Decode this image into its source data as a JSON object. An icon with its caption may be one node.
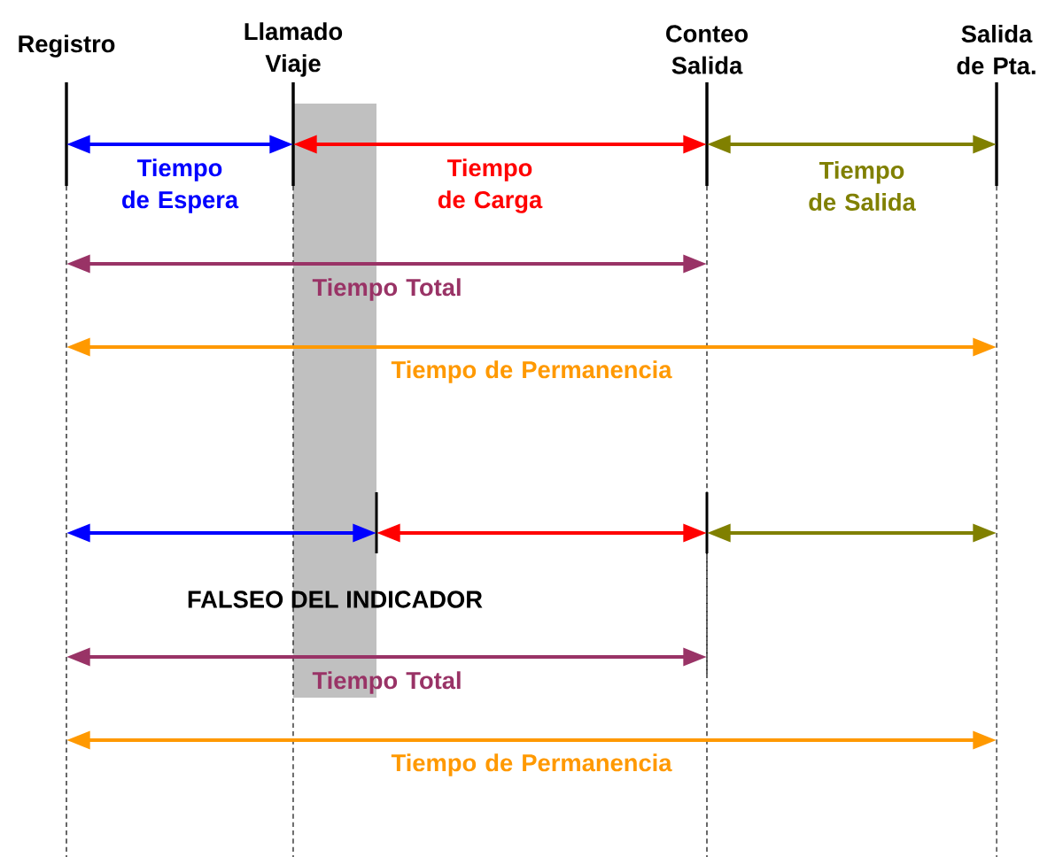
{
  "diagram": {
    "nodes": [
      {
        "text": [
          "Registro"
        ]
      },
      {
        "text": [
          "Llamado Viaje"
        ]
      },
      {
        "text": [
          "Conteo Salida"
        ]
      },
      {
        "text": [
          "Salida de Pta."
        ]
      },
      {
        "text": [],
        "shape": "bar"
      },
      {
        "text": [],
        "shape": "bar"
      }
    ],
    "edges": [
      {
        "from": 0,
        "to": 1,
        "arrow": "both",
        "label": "Tiempo de Espera",
        "color": "#0000ff"
      },
      {
        "from": 1,
        "to": 2,
        "arrow": "both",
        "label": "Tiempo de Carga",
        "color": "#ff0000"
      },
      {
        "from": 2,
        "to": 3,
        "arrow": "both",
        "label": "Tiempo de Salida",
        "color": "#808000"
      },
      {
        "from": 0,
        "to": 2,
        "arrow": "both",
        "label": "Tiempo Total",
        "color": "#993366"
      },
      {
        "from": 0,
        "to": 3,
        "arrow": "both",
        "label": "Tiempo de Permanencia",
        "color": "#ff9900"
      },
      {
        "from": 0,
        "to": 4,
        "arrow": "both",
        "color": "#0000ff"
      },
      {
        "from": 4,
        "to": 5,
        "arrow": "both",
        "color": "#ff0000"
      },
      {
        "from": 5,
        "to": 3,
        "arrow": "both",
        "color": "#808000"
      },
      {
        "from": 0,
        "to": 5,
        "arrow": "both",
        "label": "Tiempo Total",
        "color": "#993366"
      },
      {
        "from": 0,
        "to": 3,
        "arrow": "both",
        "label": "Tiempo de Permanencia",
        "color": "#ff9900"
      }
    ],
    "labels": [
      "FALSEO DEL INDICADOR"
    ]
  }
}
